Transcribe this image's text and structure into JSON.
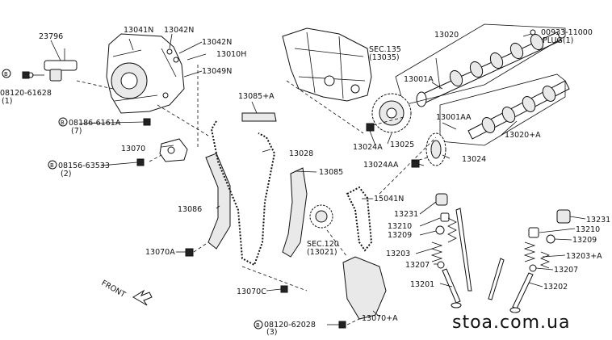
{
  "labels": {
    "p23796": "23796",
    "p13041N": "13041N",
    "p13042N_a": "13042N",
    "p13042N_b": "13042N",
    "p13010H": "13010H",
    "p13049N": "13049N",
    "p08120_61628": "08120-61628",
    "p08120_61628_qty": "(1)",
    "p08186_6161A": "08186-6161A",
    "p08186_6161A_qty": "(7)",
    "sec135": "SEC.135",
    "sec135_sub": "(13035)",
    "p13085A": "13085+A",
    "p13070": "13070",
    "p08156_63533": "08156-63533",
    "p08156_63533_qty": "(2)",
    "p13028": "13028",
    "p13086": "13086",
    "p13085": "13085",
    "p13070A": "13070A",
    "sec120": "SEC.120",
    "sec120_sub": "(13021)",
    "p13070C": "13070C",
    "p08120_62028": "08120-62028",
    "p08120_62028_qty": "(3)",
    "p13070_A": "13070+A",
    "p13020": "13020",
    "p00933": "00933-11000",
    "plug": "PLUG(1)",
    "p13001A": "13001A",
    "p13001AA": "13001AA",
    "p13020_A": "13020+A",
    "p13024A": "13024A",
    "p13025": "13025",
    "p13024AA": "13024AA",
    "p13024": "13024",
    "p15041N": "15041N",
    "p13231_a": "13231",
    "p13210_a": "13210",
    "p13209_a": "13209",
    "p13203": "13203",
    "p13207_a": "13207",
    "p13201": "13201",
    "p13231_b": "13231",
    "p13210_b": "13210",
    "p13209_b": "13209",
    "p13203_A": "13203+A",
    "p13207_b": "13207",
    "p13202": "13202",
    "front": "FRONT",
    "bolt_prefix": "B"
  },
  "watermark": "stoa.com.ua"
}
